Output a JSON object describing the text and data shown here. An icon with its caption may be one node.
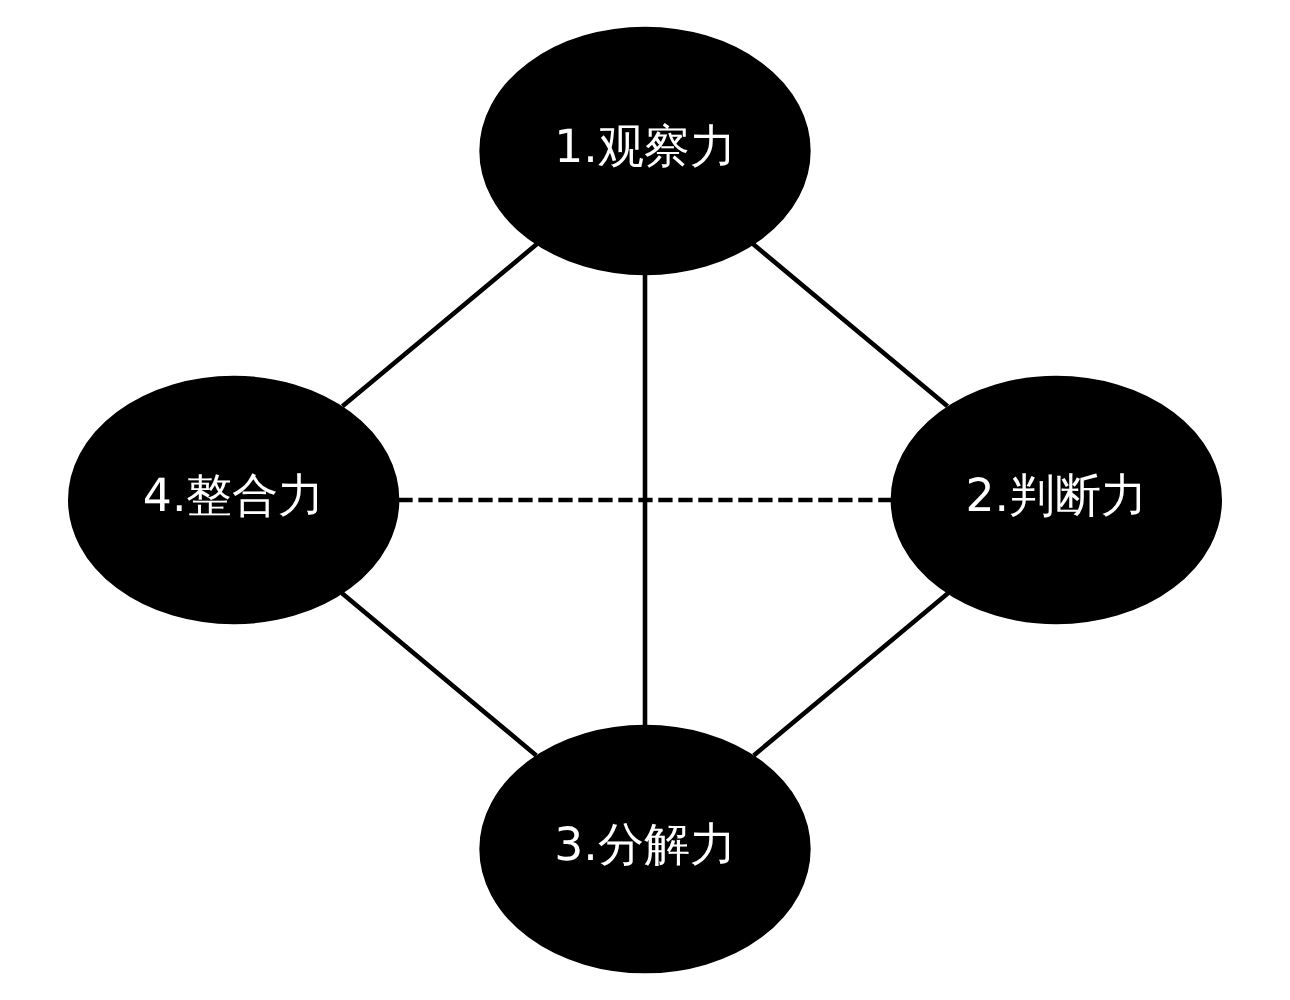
{
  "diagram": {
    "nodes": [
      {
        "text": [
          "1.观察力"
        ]
      },
      {
        "text": [
          "2.判断力"
        ]
      },
      {
        "text": [
          "3.分解力"
        ]
      },
      {
        "text": [
          "4.整合力"
        ]
      }
    ],
    "edges": [
      {
        "from": 0,
        "to": 1,
        "arrow": "none"
      },
      {
        "from": 1,
        "to": 2,
        "arrow": "none"
      },
      {
        "from": 3,
        "to": 2,
        "arrow": "none"
      },
      {
        "from": 0,
        "to": 3,
        "arrow": "none"
      },
      {
        "from": 0,
        "to": 2,
        "arrow": "none"
      },
      {
        "from": 3,
        "to": 1,
        "arrow": "none",
        "style": "dashed"
      }
    ]
  }
}
